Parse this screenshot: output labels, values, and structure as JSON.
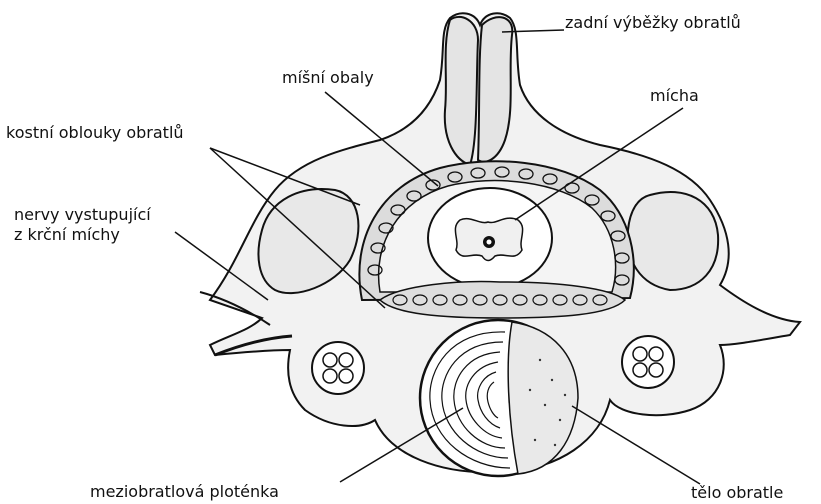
{
  "labels": {
    "spinous_processes": "zadní výběžky obratlů",
    "meninges": "míšní obaly",
    "spinal_cord": "mícha",
    "vertebral_arches": "kostní oblouky obratlů",
    "nerves_line1": "nervy vystupující",
    "nerves_line2": "z krční míchy",
    "intervertebral_disc": "meziobratlová ploténka",
    "vertebral_body": "tělo obratle"
  },
  "colors": {
    "ink": "#111111",
    "bone_shade": "#d8d8d8",
    "tissue_shade": "#e6e6e6",
    "paper": "#ffffff"
  }
}
